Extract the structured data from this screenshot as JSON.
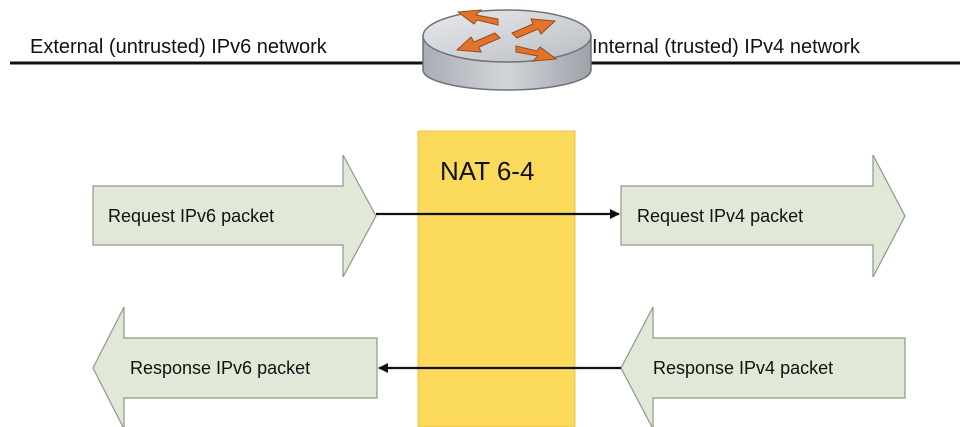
{
  "network": {
    "external_label": "External (untrusted) IPv6 network",
    "internal_label": "Internal (trusted) IPv4 network"
  },
  "nat": {
    "label": "NAT 6-4"
  },
  "packets": {
    "request_ipv6": "Request IPv6 packet",
    "request_ipv4": "Request IPv4 packet",
    "response_ipv6": "Response IPv6 packet",
    "response_ipv4": "Response IPv4 packet"
  },
  "colors": {
    "nat_box": "#FBDA5B",
    "arrow_fill": "#E1E8D7",
    "arrow_stroke": "#8C9A84",
    "router_body": "#C9CCD1",
    "router_arrows": "#E0742C"
  }
}
